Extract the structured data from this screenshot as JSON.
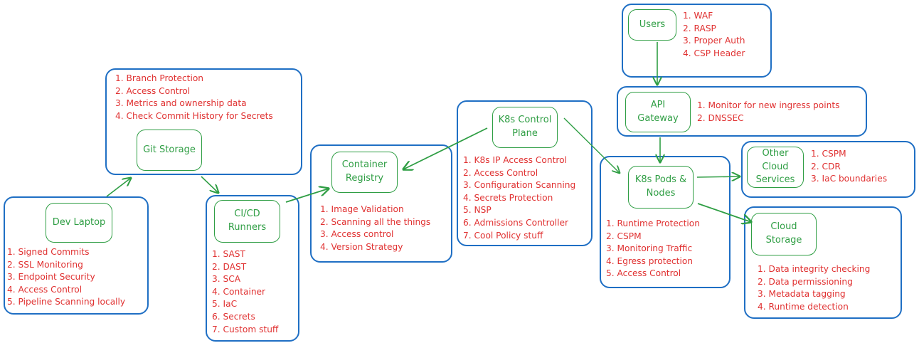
{
  "colors": {
    "group_border": "#1f6fc4",
    "node_border": "#2f9e44",
    "node_text": "#2f9e44",
    "list_text": "#e03131",
    "arrow": "#2f9e44"
  },
  "components": {
    "dev_laptop": {
      "label": "Dev Laptop",
      "controls": [
        "1. Signed Commits",
        "2. SSL Monitoring",
        "3. Endpoint Security",
        "4. Access Control",
        "5. Pipeline Scanning locally"
      ]
    },
    "git_storage": {
      "label": "Git Storage",
      "controls": [
        "1. Branch Protection",
        "2. Access Control",
        "3. Metrics and ownership data",
        "4. Check Commit History for Secrets"
      ]
    },
    "cicd_runners": {
      "label_line1": "CI/CD",
      "label_line2": "Runners",
      "controls": [
        "1. SAST",
        "2. DAST",
        "3. SCA",
        "4. Container",
        "5. IaC",
        "6. Secrets",
        "7. Custom stuff"
      ]
    },
    "container_registry": {
      "label_line1": "Container",
      "label_line2": "Registry",
      "controls": [
        "1. Image Validation",
        "2. Scanning all the things",
        "3. Access control",
        "4. Version Strategy"
      ]
    },
    "k8s_control_plane": {
      "label_line1": "K8s Control",
      "label_line2": "Plane",
      "controls": [
        "1. K8s IP Access Control",
        "2. Access Control",
        "3. Configuration Scanning",
        "4. Secrets Protection",
        "5. NSP",
        "6. Admissions Controller",
        "7. Cool Policy stuff"
      ]
    },
    "users": {
      "label": "Users",
      "controls": [
        "1. WAF",
        "2. RASP",
        "3. Proper Auth",
        "4. CSP Header"
      ]
    },
    "api_gateway": {
      "label_line1": "API",
      "label_line2": "Gateway",
      "controls": [
        "1. Monitor for new ingress points",
        "2. DNSSEC"
      ]
    },
    "k8s_pods_nodes": {
      "label_line1": "K8s Pods &",
      "label_line2": "Nodes",
      "controls": [
        "1. Runtime Protection",
        "2. CSPM",
        "3. Monitoring Traffic",
        "4. Egress protection",
        "5. Access Control"
      ]
    },
    "other_cloud_services": {
      "label_line1": "Other Cloud",
      "label_line2": "Services",
      "controls": [
        "1. CSPM",
        "2. CDR",
        "3. IaC boundaries"
      ]
    },
    "cloud_storage": {
      "label_line1": "Cloud",
      "label_line2": "Storage",
      "controls": [
        "1. Data integrity checking",
        "2. Data permissioning",
        "3. Metadata tagging",
        "4. Runtime detection"
      ]
    }
  },
  "edges": [
    {
      "from": "dev_laptop",
      "to": "git_storage"
    },
    {
      "from": "git_storage",
      "to": "cicd_runners"
    },
    {
      "from": "cicd_runners",
      "to": "container_registry"
    },
    {
      "from": "k8s_control_plane",
      "to": "container_registry"
    },
    {
      "from": "k8s_control_plane",
      "to": "k8s_pods_nodes"
    },
    {
      "from": "users",
      "to": "api_gateway"
    },
    {
      "from": "api_gateway",
      "to": "k8s_pods_nodes"
    },
    {
      "from": "k8s_pods_nodes",
      "to": "other_cloud_services"
    },
    {
      "from": "k8s_pods_nodes",
      "to": "cloud_storage"
    }
  ]
}
